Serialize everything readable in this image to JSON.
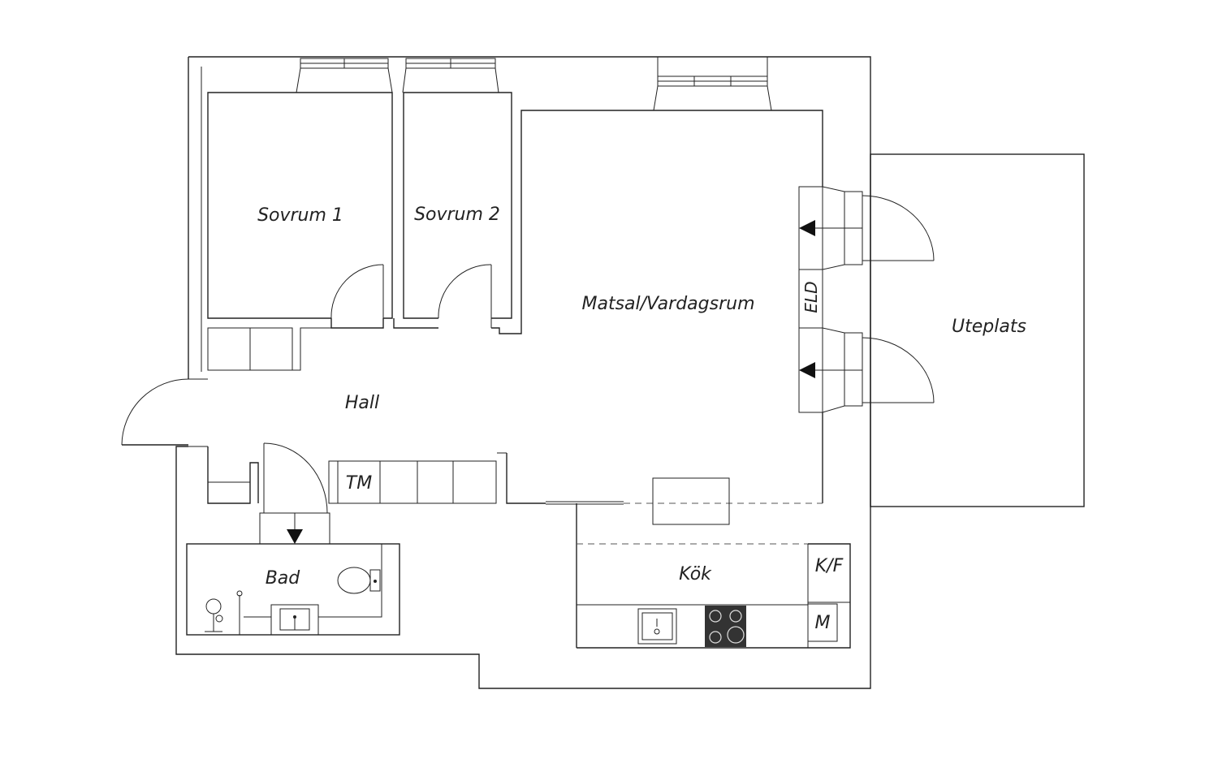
{
  "rooms": {
    "sovrum1": "Sovrum 1",
    "sovrum2": "Sovrum 2",
    "matsal": "Matsal/Vardagsrum",
    "eld": "ELD",
    "uteplats": "Uteplats",
    "hall": "Hall",
    "tm": "TM",
    "bad": "Bad",
    "kok": "Kök",
    "kf": "K/F",
    "m": "M"
  },
  "colors": {
    "line": "#222222",
    "stove": "#333333"
  },
  "icons": [
    "door-swing-icon",
    "window-icon",
    "arrow-icon",
    "toilet-icon",
    "sink-icon",
    "stove-icon",
    "shower-icon"
  ]
}
